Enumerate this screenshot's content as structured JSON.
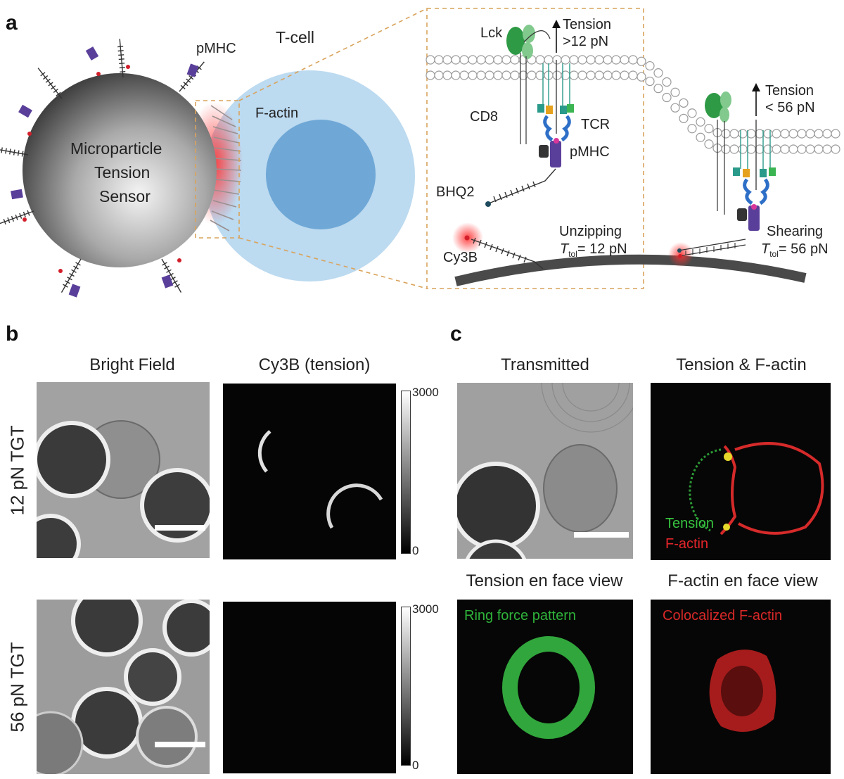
{
  "panel_a": {
    "letter": "a",
    "particle_label": [
      "Microparticle",
      "Tension",
      "Sensor"
    ],
    "tcell_label": "T-cell",
    "pmhc_label": "pMHC",
    "factin_label": "F-actin",
    "lck_label": "Lck",
    "tension1": [
      "Tension",
      ">12 pN"
    ],
    "cd8_label": "CD8",
    "tcr_label": "TCR",
    "pmhc2_label": "pMHC",
    "bhq2_label": "BHQ2",
    "cy3b_label": "Cy3B",
    "unzipping": [
      "Unzipping",
      "T",
      "tol",
      "= 12 pN"
    ],
    "tension2": [
      "Tension",
      "< 56 pN"
    ],
    "shearing": [
      "Shearing",
      "T",
      "tol",
      "= 56 pN"
    ]
  },
  "panel_b": {
    "letter": "b",
    "col_titles": [
      "Bright Field",
      "Cy3B (tension)"
    ],
    "row_labels": [
      "12 pN TGT",
      "56 pN TGT"
    ],
    "colorbar": {
      "max": "3000",
      "min": "0"
    }
  },
  "panel_c": {
    "letter": "c",
    "col_titles": [
      "Transmitted",
      "Tension & F-actin"
    ],
    "overlay_labels": [
      "Tension",
      "F-actin"
    ],
    "row2_titles": [
      "Tension en face view",
      "F-actin en face view"
    ],
    "pattern_labels": [
      "Ring force pattern",
      "Colocalized  F-actin"
    ]
  },
  "colors": {
    "green": "#3ec94a",
    "red": "#e5252a",
    "tcell": "#b9d9ef",
    "nucleus": "#6ea9d7",
    "dash": "#d9a35b"
  }
}
